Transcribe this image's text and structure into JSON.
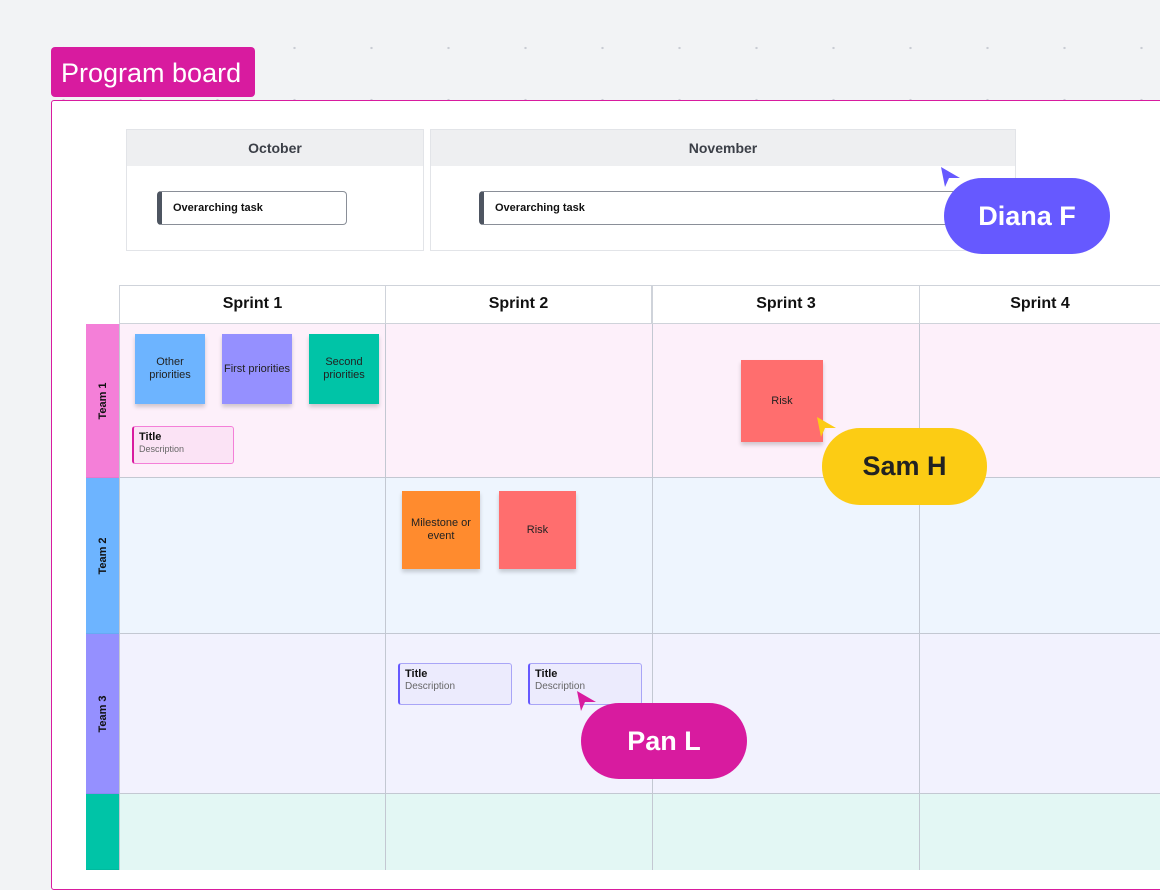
{
  "board": {
    "title": "Program board"
  },
  "months": [
    {
      "name": "October",
      "task": "Overarching task"
    },
    {
      "name": "November",
      "task": "Overarching task"
    }
  ],
  "sprints": [
    "Sprint 1",
    "Sprint 2",
    "Sprint 3",
    "Sprint 4"
  ],
  "teams": [
    "Team 1",
    "Team 2",
    "Team 3"
  ],
  "stickies": {
    "other_priorities": "Other priorities",
    "first_priorities": "First priorities",
    "second_priorities": "Second priorities",
    "risk_team1": "Risk",
    "milestone": "Milestone or event",
    "risk_team2": "Risk"
  },
  "cards": {
    "team1_card": {
      "title": "Title",
      "description": "Description"
    },
    "team3_card1": {
      "title": "Title",
      "description": "Description"
    },
    "team3_card2": {
      "title": "Title",
      "description": "Description"
    }
  },
  "cursors": {
    "diana": "Diana F",
    "sam": "Sam H",
    "pan": "Pan L"
  },
  "colors": {
    "accent": "#d81b9f",
    "team1": "#f47fd8",
    "team2": "#6db4ff",
    "team3": "#9590ff",
    "team4": "#00c4a7",
    "diana": "#6659ff",
    "sam": "#fccc14",
    "pan": "#d81b9f"
  }
}
